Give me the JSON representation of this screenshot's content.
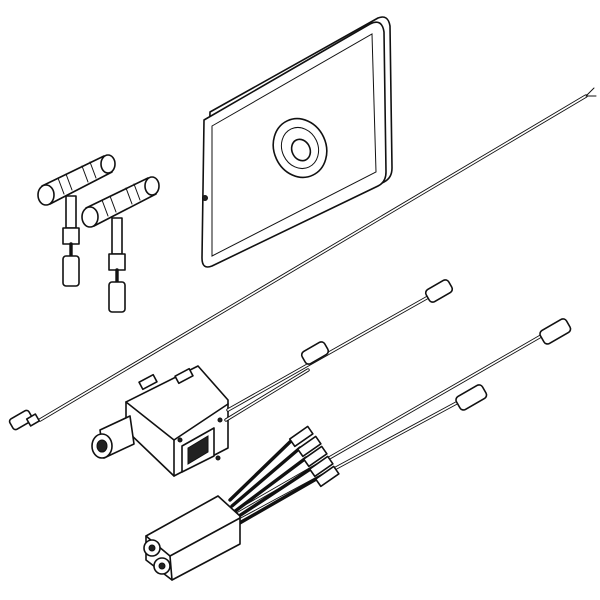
{
  "diagram": {
    "description_visible_text": "",
    "components": [
      {
        "name": "wall-plate-sensor",
        "kind": "flush plate with round sensor window"
      },
      {
        "name": "long-cable",
        "kind": "thin cable with plug end"
      },
      {
        "name": "t-connector",
        "count": 2
      },
      {
        "name": "control-box",
        "kind": "power/control unit with switch"
      },
      {
        "name": "wiring-harness",
        "kind": "multi-lead harness with junction block"
      }
    ],
    "colors": {
      "line": "#111111",
      "background": "#ffffff"
    }
  }
}
